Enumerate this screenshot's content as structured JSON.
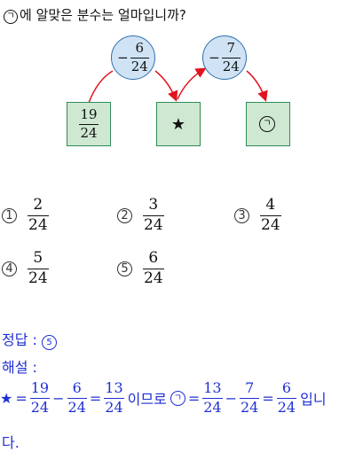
{
  "question": {
    "marker": "ㄱ",
    "text": "에 알맞은 분수는 얼마입니까?"
  },
  "diagram": {
    "boxes": [
      {
        "num": "19",
        "den": "24"
      },
      {
        "symbol": "★"
      },
      {
        "marker": "ㄱ"
      }
    ],
    "operators": [
      {
        "sign": "−",
        "num": "6",
        "den": "24"
      },
      {
        "sign": "−",
        "num": "7",
        "den": "24"
      }
    ],
    "colors": {
      "box_fill": "#cfe8d2",
      "box_border": "#2e8b57",
      "circle_fill": "#cfe3f5",
      "circle_border": "#2f6fb0",
      "arrow": "#e0141e"
    }
  },
  "choices": [
    {
      "label": "1",
      "num": "2",
      "den": "24"
    },
    {
      "label": "2",
      "num": "3",
      "den": "24"
    },
    {
      "label": "3",
      "num": "4",
      "den": "24"
    },
    {
      "label": "4",
      "num": "5",
      "den": "24"
    },
    {
      "label": "5",
      "num": "6",
      "den": "24"
    }
  ],
  "answer": {
    "label": "정답 :",
    "value": "5"
  },
  "explanation": {
    "label": "해설 :",
    "star": "★",
    "eq1": {
      "a_num": "19",
      "a_den": "24",
      "b_num": "6",
      "b_den": "24",
      "r_num": "13",
      "r_den": "24"
    },
    "connector": "이므로",
    "marker": "ㄱ",
    "eq2": {
      "a_num": "13",
      "a_den": "24",
      "b_num": "7",
      "b_den": "24",
      "r_num": "6",
      "r_den": "24"
    },
    "ending1": "입니",
    "ending2": "다."
  }
}
